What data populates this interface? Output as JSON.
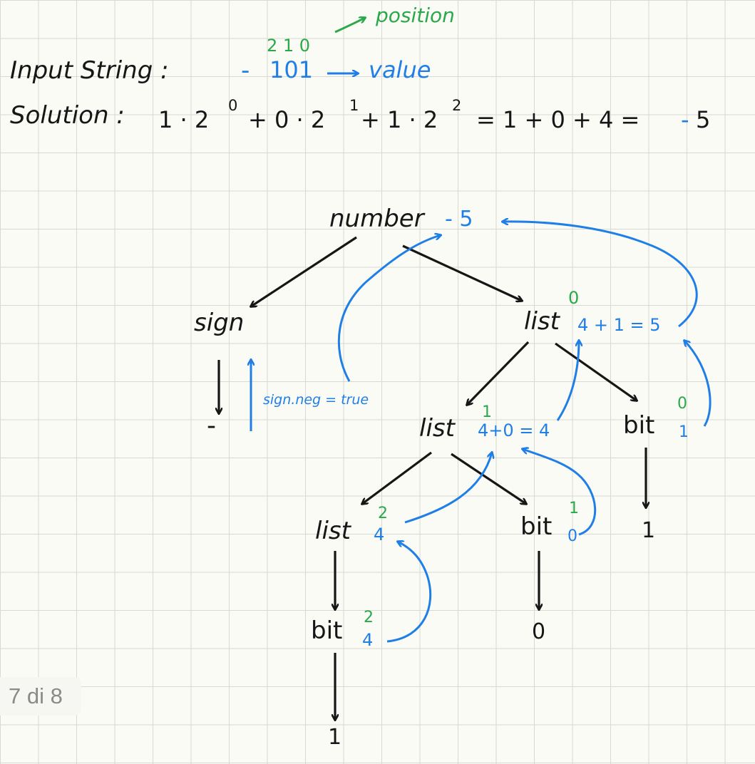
{
  "header": {
    "input_label": "Input String :",
    "input_sign": "-",
    "input_value": "101",
    "position_digits": "2 1 0",
    "position_label": "position",
    "value_label": "value",
    "solution_label": "Solution :",
    "solution_terms": [
      "1 · 2",
      "0",
      "+ 0 · 2",
      "1",
      "+ 1 · 2",
      "2",
      "= 1 + 0 + 4 =",
      "-",
      "5"
    ]
  },
  "tree": {
    "root": {
      "label": "number",
      "value": "- 5"
    },
    "sign": {
      "label": "sign",
      "leaf": "-",
      "annotation": "sign.neg = true"
    },
    "list_top": {
      "label": "list",
      "position": "0",
      "value": "4 + 1 = 5"
    },
    "list_mid": {
      "label": "list",
      "position": "1",
      "value": "4+0 = 4"
    },
    "bit_right": {
      "label": "bit",
      "position": "0",
      "value": "1",
      "leaf": "1"
    },
    "list_low": {
      "label": "list",
      "position": "2",
      "value": "4"
    },
    "bit_mid": {
      "label": "bit",
      "position": "1",
      "value": "0",
      "leaf": "0"
    },
    "bit_low": {
      "label": "bit",
      "position": "2",
      "value": "4",
      "leaf": "1"
    }
  },
  "page_indicator": "7 di 8",
  "colors": {
    "ink": "#161616",
    "annotation": "#1f7fe6",
    "position": "#2aa84a",
    "grid": "#d9d9d3"
  }
}
